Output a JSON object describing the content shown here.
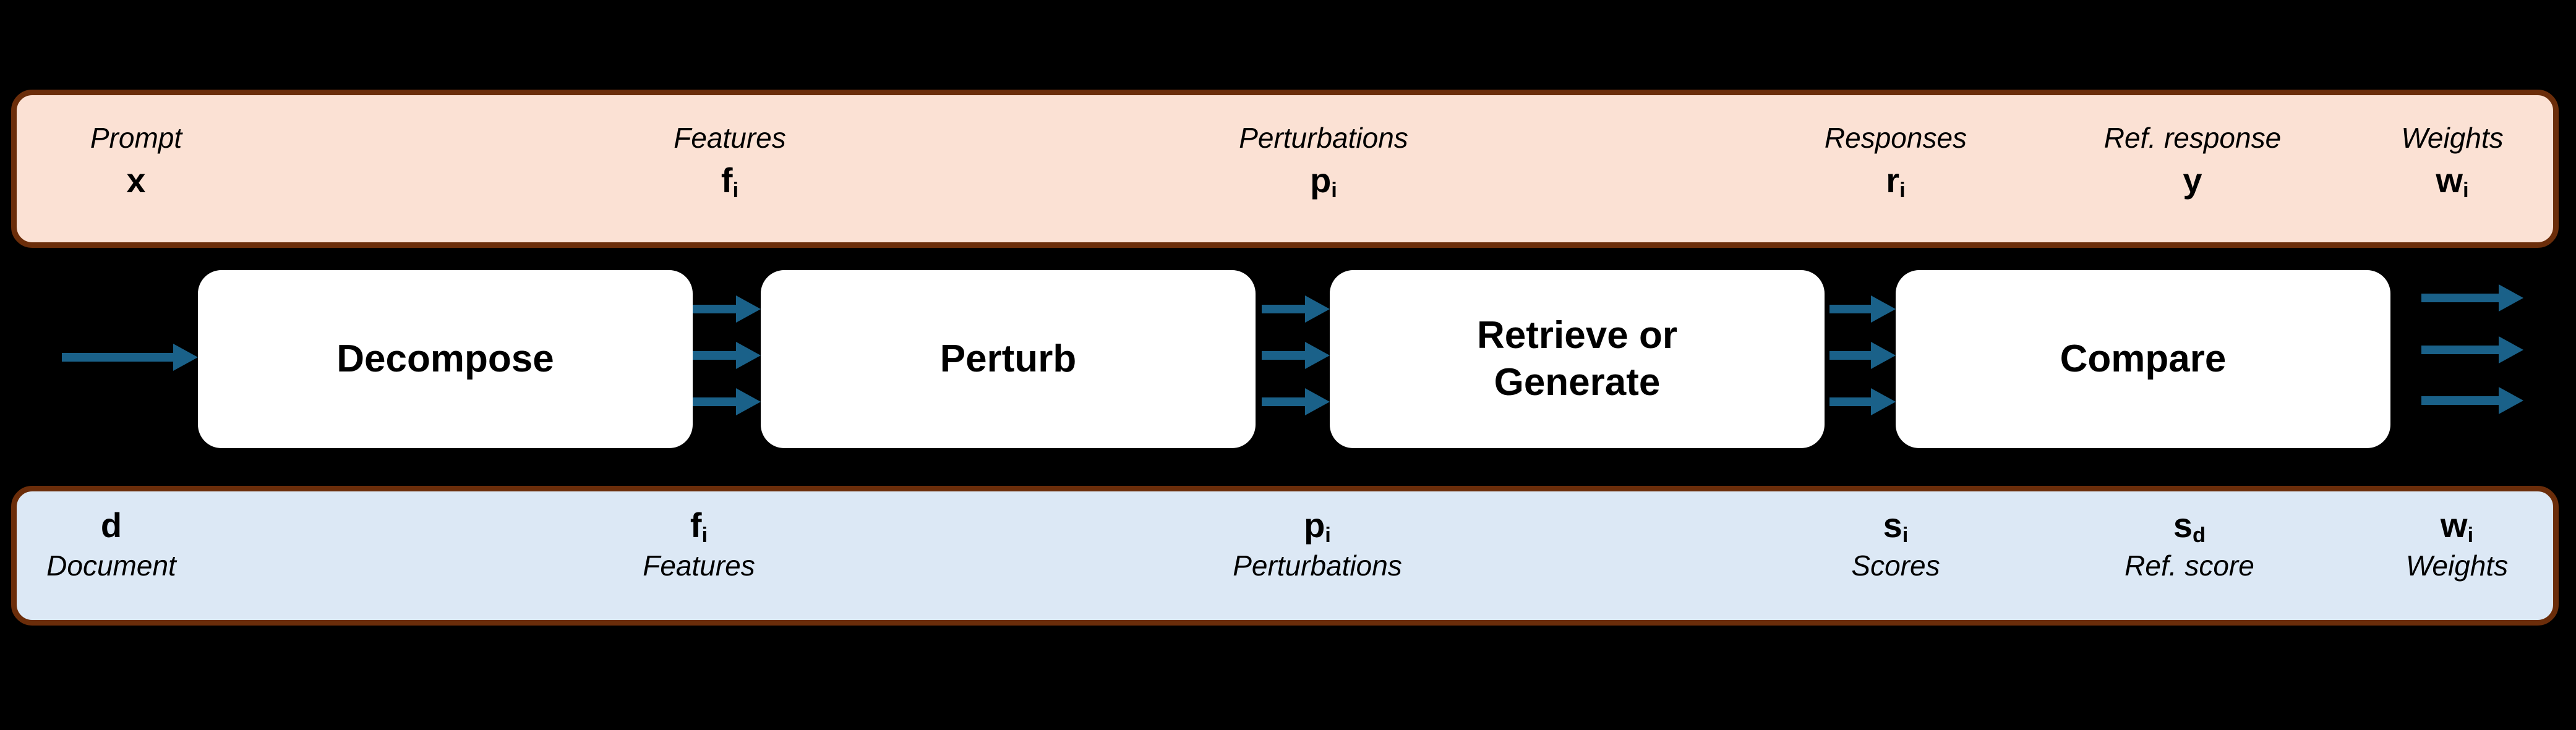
{
  "diagram": {
    "title": "Decompose–Perturb–Retrieve or Generate–Compare pipeline",
    "background_color": "#000000",
    "accent_color": "#1A6189",
    "top_banner_fill": "#FBE1D4",
    "bottom_banner_fill": "#DCE8F5",
    "banner_border_color": "#6B2D0A",
    "box_fill": "#FFFFFF"
  },
  "top_banner": {
    "columns": [
      {
        "name": "Prompt",
        "symbol": "x",
        "symbol_sub": ""
      },
      {
        "name": "Features",
        "symbol": "f",
        "symbol_sub": "i"
      },
      {
        "name": "Perturbations",
        "symbol": "p",
        "symbol_sub": "i"
      },
      {
        "name": "Responses",
        "symbol": "r",
        "symbol_sub": "i"
      },
      {
        "name": "Ref. response",
        "symbol": "y",
        "symbol_sub": ""
      },
      {
        "name": "Weights",
        "symbol": "w",
        "symbol_sub": "i"
      }
    ]
  },
  "pipeline": {
    "stages": [
      {
        "label": "Decompose"
      },
      {
        "label": "Perturb"
      },
      {
        "label": "Retrieve or\nGenerate"
      },
      {
        "label": "Compare"
      }
    ]
  },
  "bottom_banner": {
    "columns": [
      {
        "symbol": "d",
        "symbol_sub": "",
        "name": "Document"
      },
      {
        "symbol": "f",
        "symbol_sub": "i",
        "name": "Features"
      },
      {
        "symbol": "p",
        "symbol_sub": "i",
        "name": "Perturbations"
      },
      {
        "symbol": "s",
        "symbol_sub": "i",
        "name": "Scores"
      },
      {
        "symbol": "s",
        "symbol_sub": "d",
        "name": "Ref. score"
      },
      {
        "symbol": "w",
        "symbol_sub": "i",
        "name": "Weights"
      }
    ]
  }
}
